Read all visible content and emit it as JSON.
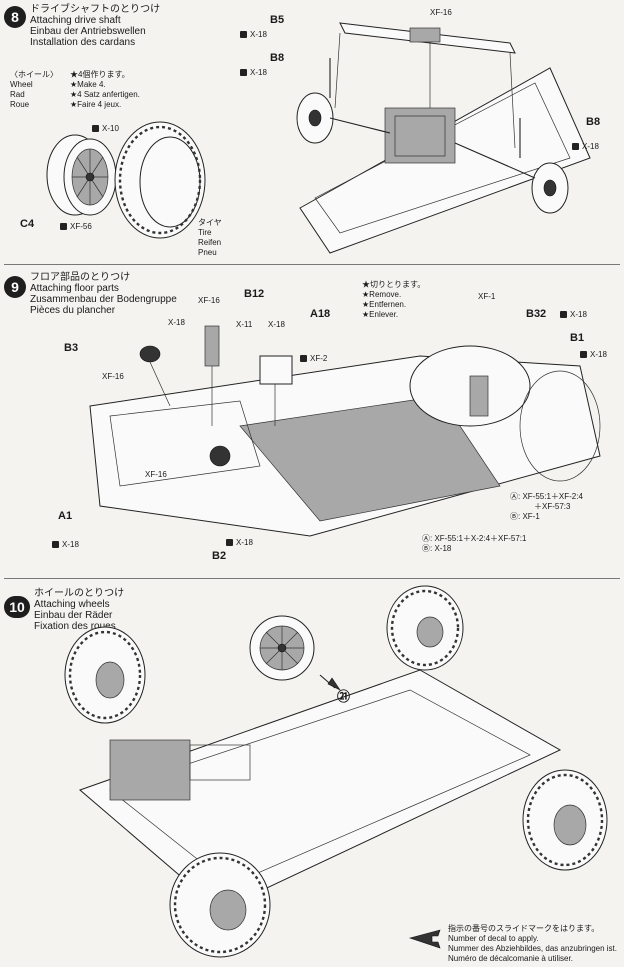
{
  "step8": {
    "number": "8",
    "title_ja": "ドライブシャフトのとりつけ",
    "title_en": "Attaching drive shaft",
    "title_de": "Einbau der Antriebswellen",
    "title_fr": "Installation des cardans",
    "wheel_heading_ja": "〈ホイール〉",
    "wheel_heading_en": "Wheel",
    "wheel_heading_de": "Rad",
    "wheel_heading_fr": "Roue",
    "make_ja": "★4個作ります。",
    "make_en": "★Make 4.",
    "make_de": "★4 Satz anfertigen.",
    "make_fr": "★Faire 4 jeux.",
    "part_c4": "C4",
    "part_x10": "X-10",
    "part_xf56": "XF-56",
    "tire_ja": "タイヤ",
    "tire_en": "Tire",
    "tire_de": "Reifen",
    "tire_fr": "Pneu",
    "b5": "B5",
    "b8_left": "B8",
    "b8_right": "B8",
    "x18_a": "X-18",
    "x18_b": "X-18",
    "x18_c": "X-18",
    "xf16": "XF-16"
  },
  "step9": {
    "number": "9",
    "title_ja": "フロア部品のとりつけ",
    "title_en": "Attaching floor parts",
    "title_de": "Zusammenbau der Bodengruppe",
    "title_fr": "Pièces du plancher",
    "remove_ja": "★切りとります。",
    "remove_en": "★Remove.",
    "remove_de": "★Entfernen.",
    "remove_fr": "★Enlever.",
    "b12": "B12",
    "a18": "A18",
    "xf16_top": "XF-16",
    "x18_top": "X-18",
    "x11": "X-11",
    "x18_mid": "X-18",
    "xf2": "XF-2",
    "b3": "B3",
    "xf16_b3": "XF-16",
    "xf16_b2": "XF-16",
    "a1": "A1",
    "x18_a1": "X-18",
    "b2": "B2",
    "x18_b2": "X-18",
    "xf1": "XF-1",
    "b32": "B32",
    "x18_b32": "X-18",
    "b1": "B1",
    "x18_b1": "X-18",
    "paint_a_1": "Ⓐ: XF-55:1＋XF-2:4",
    "paint_a_2": "＋XF-57:3",
    "paint_b_1": "Ⓑ: XF-1",
    "paint_a_3": "Ⓐ: XF-55:1＋X-2:4＋XF-57:1",
    "paint_b_2": "Ⓑ: X-18"
  },
  "step10": {
    "number": "10",
    "title_ja": "ホイールのとりつけ",
    "title_en": "Attaching wheels",
    "title_de": "Einbau der Räder",
    "title_fr": "Fixation des roues",
    "decal_no": "㉑",
    "decal_note_ja": "指示の番号のスライドマークをはります。",
    "decal_note_en": "Number of decal to apply.",
    "decal_note_de": "Nummer des Abziehbildes, das anzubringen ist.",
    "decal_note_fr": "Numéro de décalcomanie à utiliser."
  }
}
